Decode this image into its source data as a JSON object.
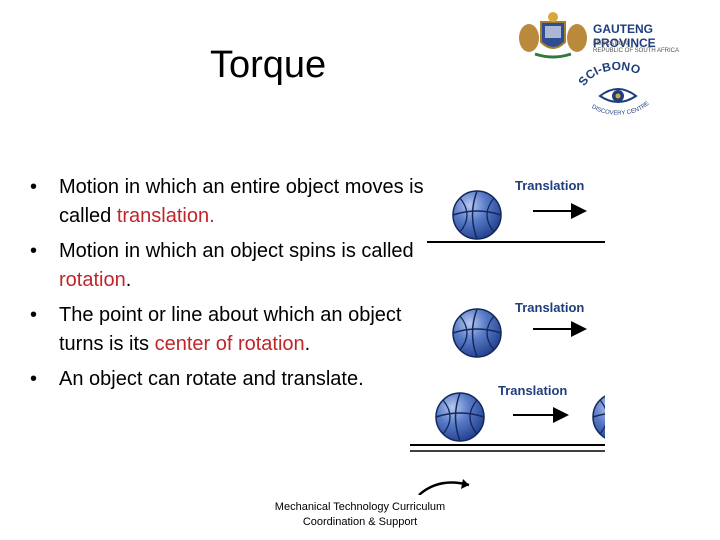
{
  "slide": {
    "title": "Torque",
    "bullets": [
      {
        "bullet": "•",
        "before": "Motion in which an entire object moves is called ",
        "highlight": "translation",
        "after": "."
      },
      {
        "bullet": "•",
        "before": "Motion in which an object spins is called ",
        "highlight": "rotation",
        "after": "."
      },
      {
        "bullet": "•",
        "before": "The point or line about which an object turns is its ",
        "highlight": "center of rotation",
        "after": "."
      },
      {
        "bullet": "•",
        "before": "An object can rotate and translate.",
        "highlight": "",
        "after": ""
      }
    ],
    "footer_line1": "Mechanical Technology Curriculum",
    "footer_line2": "Coordination & Support"
  },
  "logos": {
    "gauteng_name": "GAUTENG PROVINCE",
    "gauteng_sub1": "EDUCATION",
    "gauteng_sub2": "REPUBLIC OF SOUTH AFRICA",
    "scibono_top": "SCI-BONO",
    "scibono_bottom": "DISCOVERY CENTRE"
  },
  "figure": {
    "panel_labels": [
      "Translation",
      "Translation",
      "Translation"
    ],
    "ball_icon": "basketball-icon",
    "arrow_icon": "arrow-right-icon"
  },
  "colors": {
    "highlight": "#c0252a",
    "ball_fill": "#3f63b6",
    "ball_light": "#8fa8e0",
    "label": "#1f3e7d",
    "gov_blue": "#1f3e7d"
  }
}
